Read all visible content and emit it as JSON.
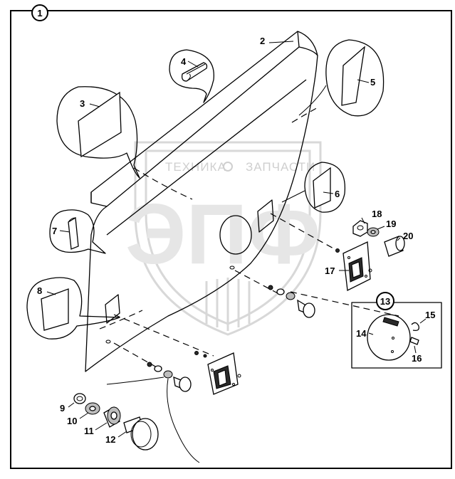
{
  "diagram": {
    "group_label": "1",
    "subgroup_label": "13",
    "watermark": {
      "text_left": "ТЕХНИКА",
      "text_right": "ЗАПЧАСТИ",
      "logo_letters": "ЭПФ"
    },
    "parts": [
      {
        "id": "2",
        "label": "2"
      },
      {
        "id": "3",
        "label": "3"
      },
      {
        "id": "4",
        "label": "4"
      },
      {
        "id": "5",
        "label": "5"
      },
      {
        "id": "6",
        "label": "6"
      },
      {
        "id": "7",
        "label": "7"
      },
      {
        "id": "8",
        "label": "8"
      },
      {
        "id": "9",
        "label": "9"
      },
      {
        "id": "10",
        "label": "10"
      },
      {
        "id": "11",
        "label": "11"
      },
      {
        "id": "12",
        "label": "12"
      },
      {
        "id": "14",
        "label": "14"
      },
      {
        "id": "15",
        "label": "15"
      },
      {
        "id": "16",
        "label": "16"
      },
      {
        "id": "17",
        "label": "17"
      },
      {
        "id": "18",
        "label": "18"
      },
      {
        "id": "19",
        "label": "19"
      },
      {
        "id": "20",
        "label": "20"
      }
    ]
  }
}
